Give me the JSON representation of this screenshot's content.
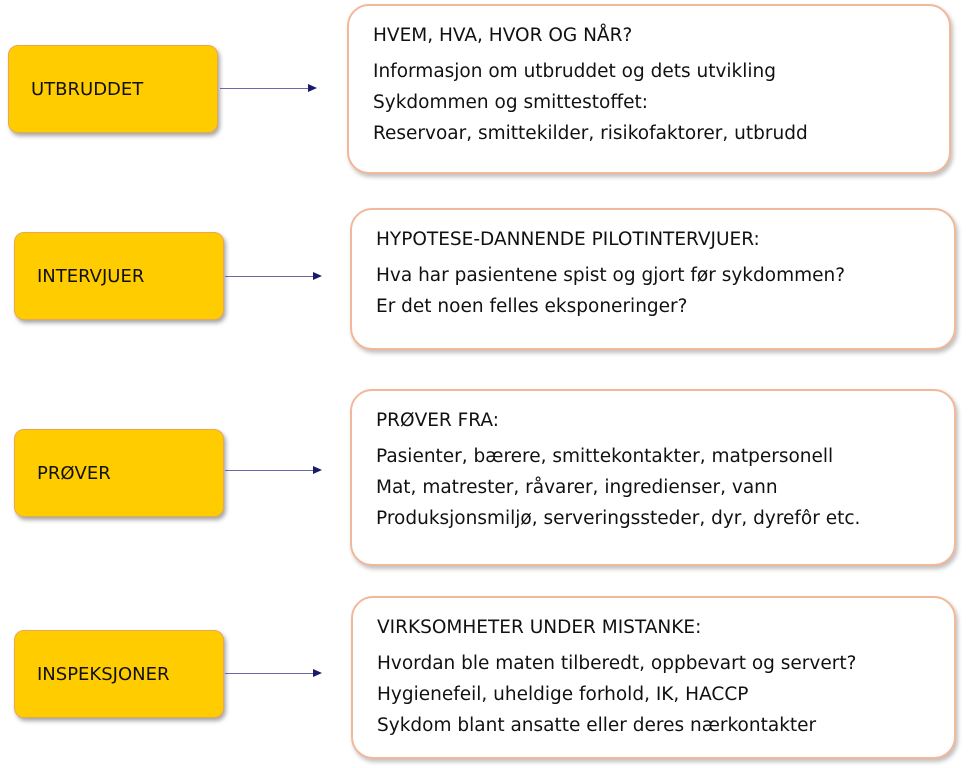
{
  "rows": [
    {
      "stage": "UTBRUDDET",
      "heading": "HVEM, HVA, HVOR OG NÅR?",
      "lines": [
        "Informasjon om utbruddet og dets utvikling",
        "Sykdommen og smittestoffet:",
        "Reservoar, smittekilder, risikofaktorer, utbrudd"
      ]
    },
    {
      "stage": "INTERVJUER",
      "heading": "HYPOTESE-DANNENDE PILOTINTERVJUER:",
      "lines": [
        "Hva har pasientene spist og gjort før sykdommen?",
        "Er det noen felles eksponeringer?"
      ]
    },
    {
      "stage": "PRØVER",
      "heading": "PRØVER FRA:",
      "lines": [
        "Pasienter, bærere, smittekontakter, matpersonell",
        "Mat, matrester, råvarer, ingredienser, vann",
        "Produksjonsmiljø, serveringssteder, dyr, dyrefôr etc."
      ]
    },
    {
      "stage": "INSPEKSJONER",
      "heading": "VIRKSOMHETER UNDER MISTANKE:",
      "lines": [
        "Hvordan ble maten tilberedt, oppbevart og servert?",
        "Hygienefeil, uheldige forhold, IK, HACCP",
        "Sykdom blant ansatte eller deres nærkontakter"
      ]
    }
  ]
}
